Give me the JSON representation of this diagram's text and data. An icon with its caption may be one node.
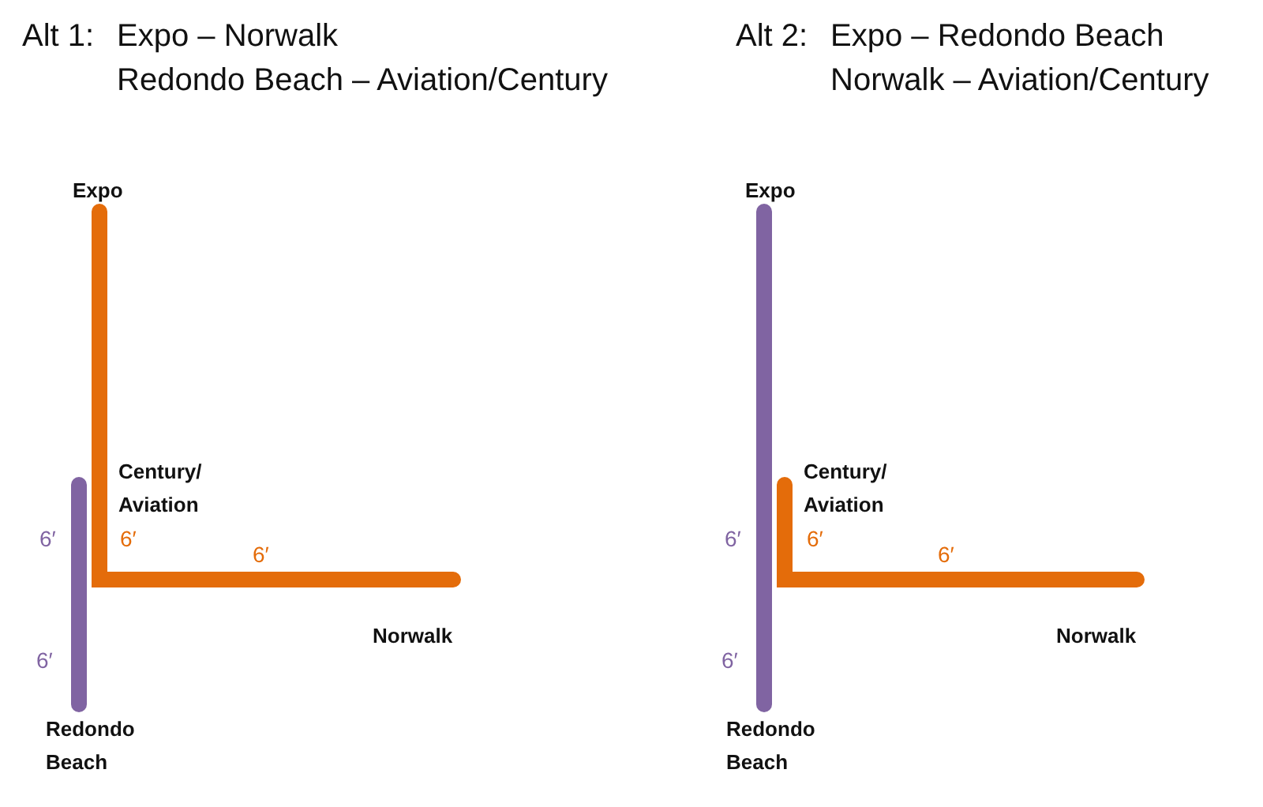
{
  "diagram": {
    "nodes": [
      {
        "text": [
          "Expo"
        ]
      },
      {
        "text": [
          "Century/ Aviation"
        ]
      },
      {
        "text": [
          "Norwalk"
        ]
      },
      {
        "text": [
          "Redondo Beach"
        ]
      },
      {
        "text": [
          "Expo"
        ]
      },
      {
        "text": [
          "Century/ Aviation"
        ]
      },
      {
        "text": [
          "Norwalk"
        ]
      },
      {
        "text": [
          "Redondo Beach"
        ]
      }
    ],
    "edges": [
      {
        "from": 0,
        "to": 2,
        "arrow": "none",
        "color": "#e46c0a"
      },
      {
        "from": 1,
        "to": 3,
        "arrow": "none",
        "color": "#8064a2"
      },
      {
        "from": 4,
        "to": 7,
        "arrow": "none",
        "color": "#8064a2"
      },
      {
        "from": 5,
        "to": 6,
        "arrow": "none",
        "color": "#e46c0a"
      }
    ],
    "labels": [
      "Alt 1:",
      "Expo – Norwalk",
      "Redondo Beach – Aviation/Century",
      "Alt 2:",
      "Expo – Redondo Beach",
      "Norwalk – Aviation/Century",
      "6′",
      "6′",
      "6′",
      "6′",
      "6′",
      "6′",
      "6′",
      "6′"
    ]
  }
}
